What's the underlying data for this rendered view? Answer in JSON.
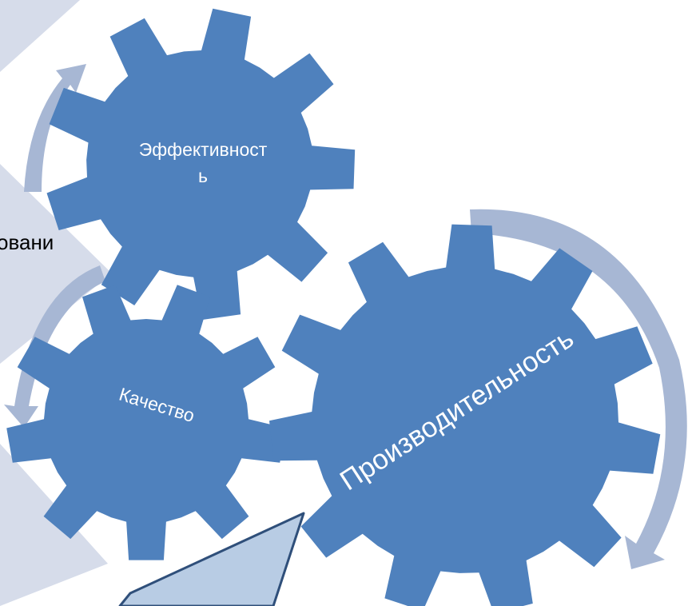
{
  "diagram": {
    "side_text": "овани",
    "gears": [
      {
        "id": "efficiency",
        "line1": "Эффективност",
        "line2": "ь"
      },
      {
        "id": "quality",
        "label": "Качество"
      },
      {
        "id": "productivity",
        "label": "Производительность"
      }
    ]
  },
  "colors": {
    "gear_fill": "#4f81bd",
    "arrow_fill": "#a7b7d4",
    "background_shape": "#d6dcea",
    "callout_fill": "#b8cce4",
    "callout_stroke": "#2f4f7a",
    "label_text": "#ffffff",
    "side_text": "#000000"
  }
}
